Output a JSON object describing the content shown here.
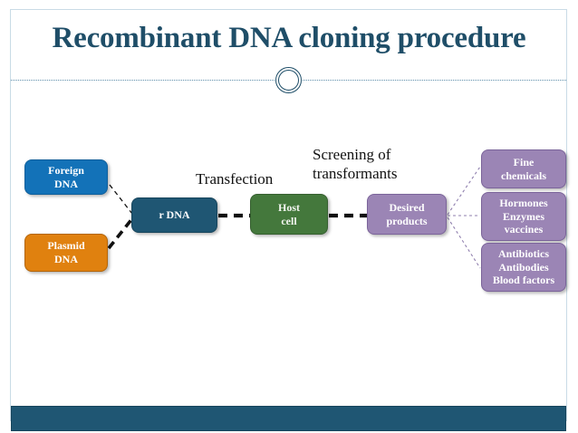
{
  "slide": {
    "title": "Recombinant DNA cloning procedure",
    "ornament_icon": "double-ring-icon",
    "colors": {
      "title_navy": "#1f4e68",
      "frame_border": "#c9dbe6",
      "divider": "#5e8eab",
      "footer_bar": "#1f5673",
      "foreign_dna_blue": "#1372b8",
      "plasmid_dna_orange": "#e0810f",
      "r_dna_teal": "#1f5673",
      "host_cell_green": "#44783c",
      "products_purple": "#9b85b5",
      "connector_black": "#000000",
      "connector_purple": "#8f7fae"
    }
  },
  "diagram": {
    "nodes": [
      {
        "id": "foreign-dna",
        "lines": [
          "Foreign",
          "DNA"
        ]
      },
      {
        "id": "plasmid-dna",
        "lines": [
          "Plasmid",
          "DNA"
        ]
      },
      {
        "id": "r-dna",
        "lines": [
          "r DNA"
        ]
      },
      {
        "id": "host-cell",
        "lines": [
          "Host",
          "cell"
        ]
      },
      {
        "id": "desired-products",
        "lines": [
          "Desired",
          "products"
        ]
      },
      {
        "id": "fine-chemicals",
        "lines": [
          "Fine",
          "chemicals"
        ]
      },
      {
        "id": "hormones",
        "lines": [
          "Hormones",
          "Enzymes",
          "vaccines"
        ]
      },
      {
        "id": "antibiotics",
        "lines": [
          "Antibiotics",
          "Antibodies",
          "Blood factors"
        ]
      }
    ],
    "labels": {
      "transfection": "Transfection",
      "screening_line1": "Screening of",
      "screening_line2": "transformants"
    }
  }
}
